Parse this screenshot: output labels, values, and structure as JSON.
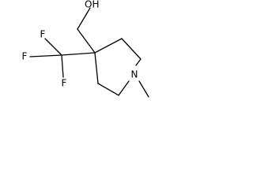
{
  "molecule": {
    "labels": {
      "hydroxyl": "OH",
      "fluorine_top": "F",
      "fluorine_left": "F",
      "fluorine_bottom": "F",
      "nitrogen": "N"
    }
  },
  "colors": {
    "bond": "#000000",
    "label": "#000000",
    "background": "#ffffff"
  }
}
